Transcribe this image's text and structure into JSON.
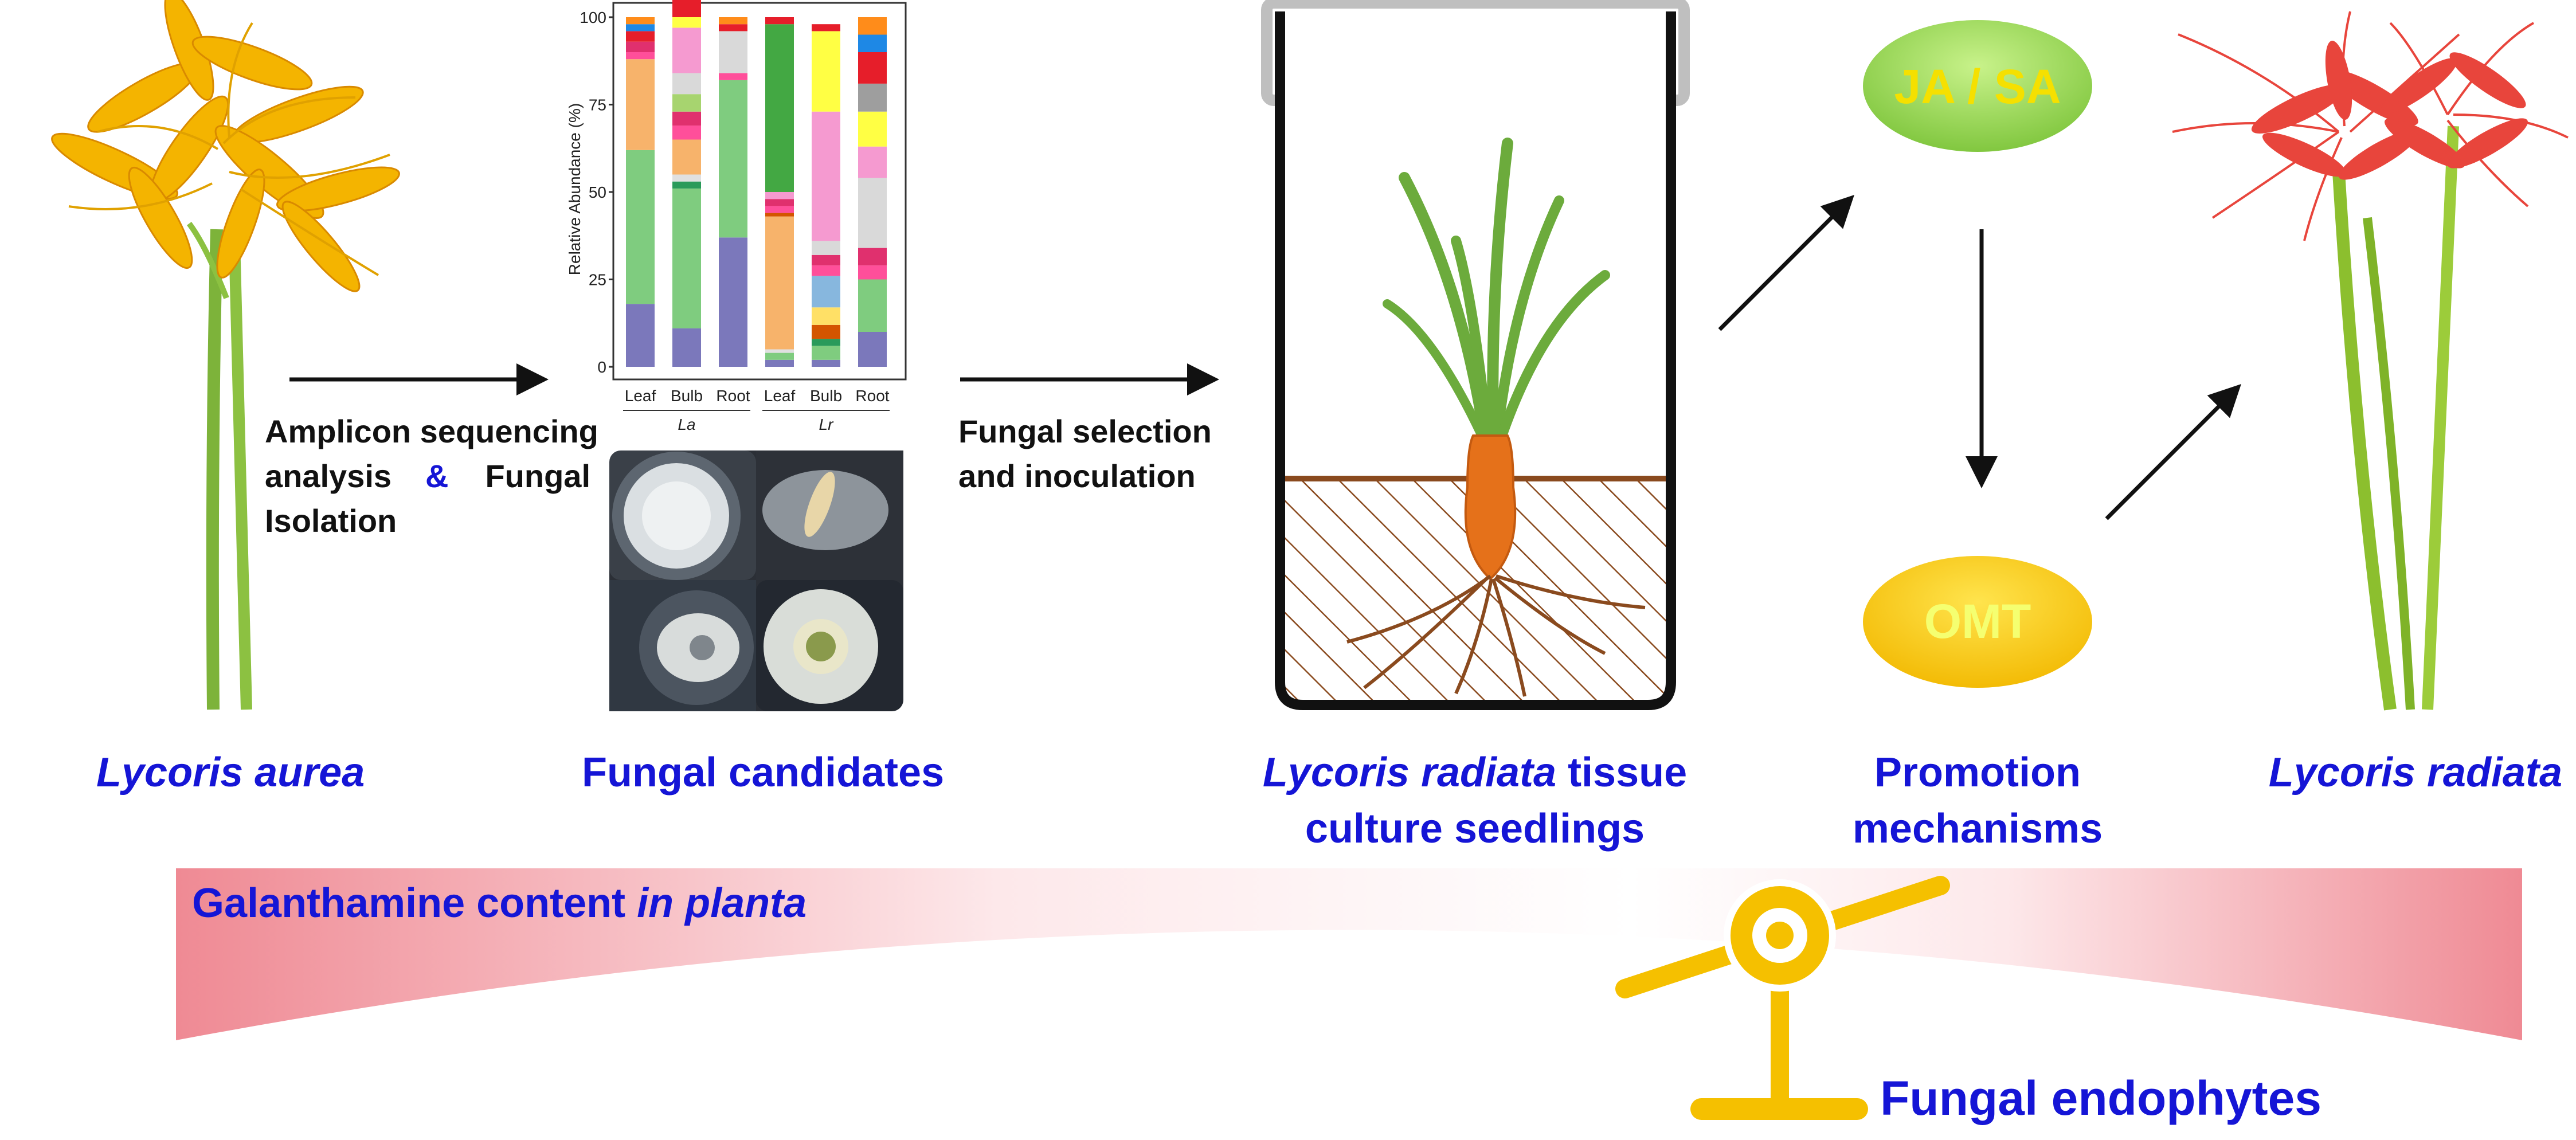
{
  "labels": {
    "lycoris_aurea": "Lycoris aurea",
    "fungal_candidates": "Fungal candidates",
    "tissue_species": "Lycoris radiata",
    "tissue_line1_rest": " tissue",
    "tissue_line2": "culture seedlings",
    "promotion_line1": "Promotion",
    "promotion_line2": "mechanisms",
    "lycoris_radiata": "Lycoris radiata",
    "galanthamine": "Galanthamine content ",
    "in_planta": "in planta",
    "fungal_endophytes": "Fungal endophytes"
  },
  "steps": {
    "amplicon_line1": "Amplicon sequencing",
    "amplicon_line2_a": "analysis",
    "amplicon_ampersand": "&",
    "amplicon_line2_b": "Fungal",
    "amplicon_line3": "Isolation",
    "selection_line1": "Fungal  selection",
    "selection_line2": "and inoculation"
  },
  "mechanism": {
    "ja_sa": "JA / SA",
    "omt": "OMT"
  },
  "colors": {
    "caption_blue": "#1515d6",
    "ja_sa_green": "#8fd448",
    "omt_yellow": "#ffcc00",
    "balance_yellow": "#f5c000",
    "gradient_red": "#ef8a94",
    "aurea_flower": "#f4b400",
    "radiata_flower": "#e8453c"
  },
  "chart_data": {
    "type": "bar",
    "stacked": true,
    "ylabel": "Relative Abundance (%)",
    "ylim": [
      0,
      100
    ],
    "yticks": [
      "0",
      "25",
      "50",
      "75",
      "100"
    ],
    "categories": [
      "Leaf",
      "Bulb",
      "Root",
      "Leaf",
      "Bulb",
      "Root"
    ],
    "groups": [
      {
        "label": "La",
        "members": [
          0,
          1,
          2
        ]
      },
      {
        "label": "Lr",
        "members": [
          3,
          4,
          5
        ]
      }
    ],
    "series": [
      {
        "color": "#7b78bb",
        "values": [
          18,
          11,
          37,
          2,
          2,
          10
        ]
      },
      {
        "color": "#7fcc7f",
        "values": [
          44,
          40,
          45,
          2,
          4,
          15
        ]
      },
      {
        "color": "#2a9a5a",
        "values": [
          0,
          2,
          0,
          0,
          2,
          0
        ]
      },
      {
        "color": "#e0e0e0",
        "values": [
          0,
          2,
          0,
          1,
          0,
          0
        ]
      },
      {
        "color": "#f7b36b",
        "values": [
          26,
          10,
          0,
          38,
          0,
          0
        ]
      },
      {
        "color": "#d45500",
        "values": [
          0,
          0,
          0,
          1,
          4,
          0
        ]
      },
      {
        "color": "#ffe066",
        "values": [
          0,
          0,
          0,
          0,
          5,
          0
        ]
      },
      {
        "color": "#87b7de",
        "values": [
          0,
          0,
          0,
          0,
          9,
          0
        ]
      },
      {
        "color": "#ff4f9a",
        "values": [
          2,
          4,
          2,
          2,
          3,
          4
        ]
      },
      {
        "color": "#e0306e",
        "values": [
          3,
          4,
          0,
          2,
          3,
          5
        ]
      },
      {
        "color": "#a7d46f",
        "values": [
          0,
          5,
          0,
          0,
          0,
          0
        ]
      },
      {
        "color": "#d9d9d9",
        "values": [
          0,
          6,
          12,
          0,
          4,
          20
        ]
      },
      {
        "color": "#f59ad0",
        "values": [
          0,
          13,
          0,
          2,
          37,
          9
        ]
      },
      {
        "color": "#43a843",
        "values": [
          0,
          0,
          0,
          48,
          0,
          0
        ]
      },
      {
        "color": "#ffff44",
        "values": [
          0,
          3,
          0,
          0,
          23,
          10
        ]
      },
      {
        "color": "#9e9e9e",
        "values": [
          0,
          0,
          0,
          0,
          0,
          8
        ]
      },
      {
        "color": "#e61e2a",
        "values": [
          3,
          9,
          2,
          2,
          2,
          9
        ]
      },
      {
        "color": "#1e88e5",
        "values": [
          2,
          0,
          0,
          0,
          0,
          5
        ]
      },
      {
        "color": "#ff8c1a",
        "values": [
          2,
          0,
          2,
          0,
          0,
          5
        ]
      }
    ]
  }
}
